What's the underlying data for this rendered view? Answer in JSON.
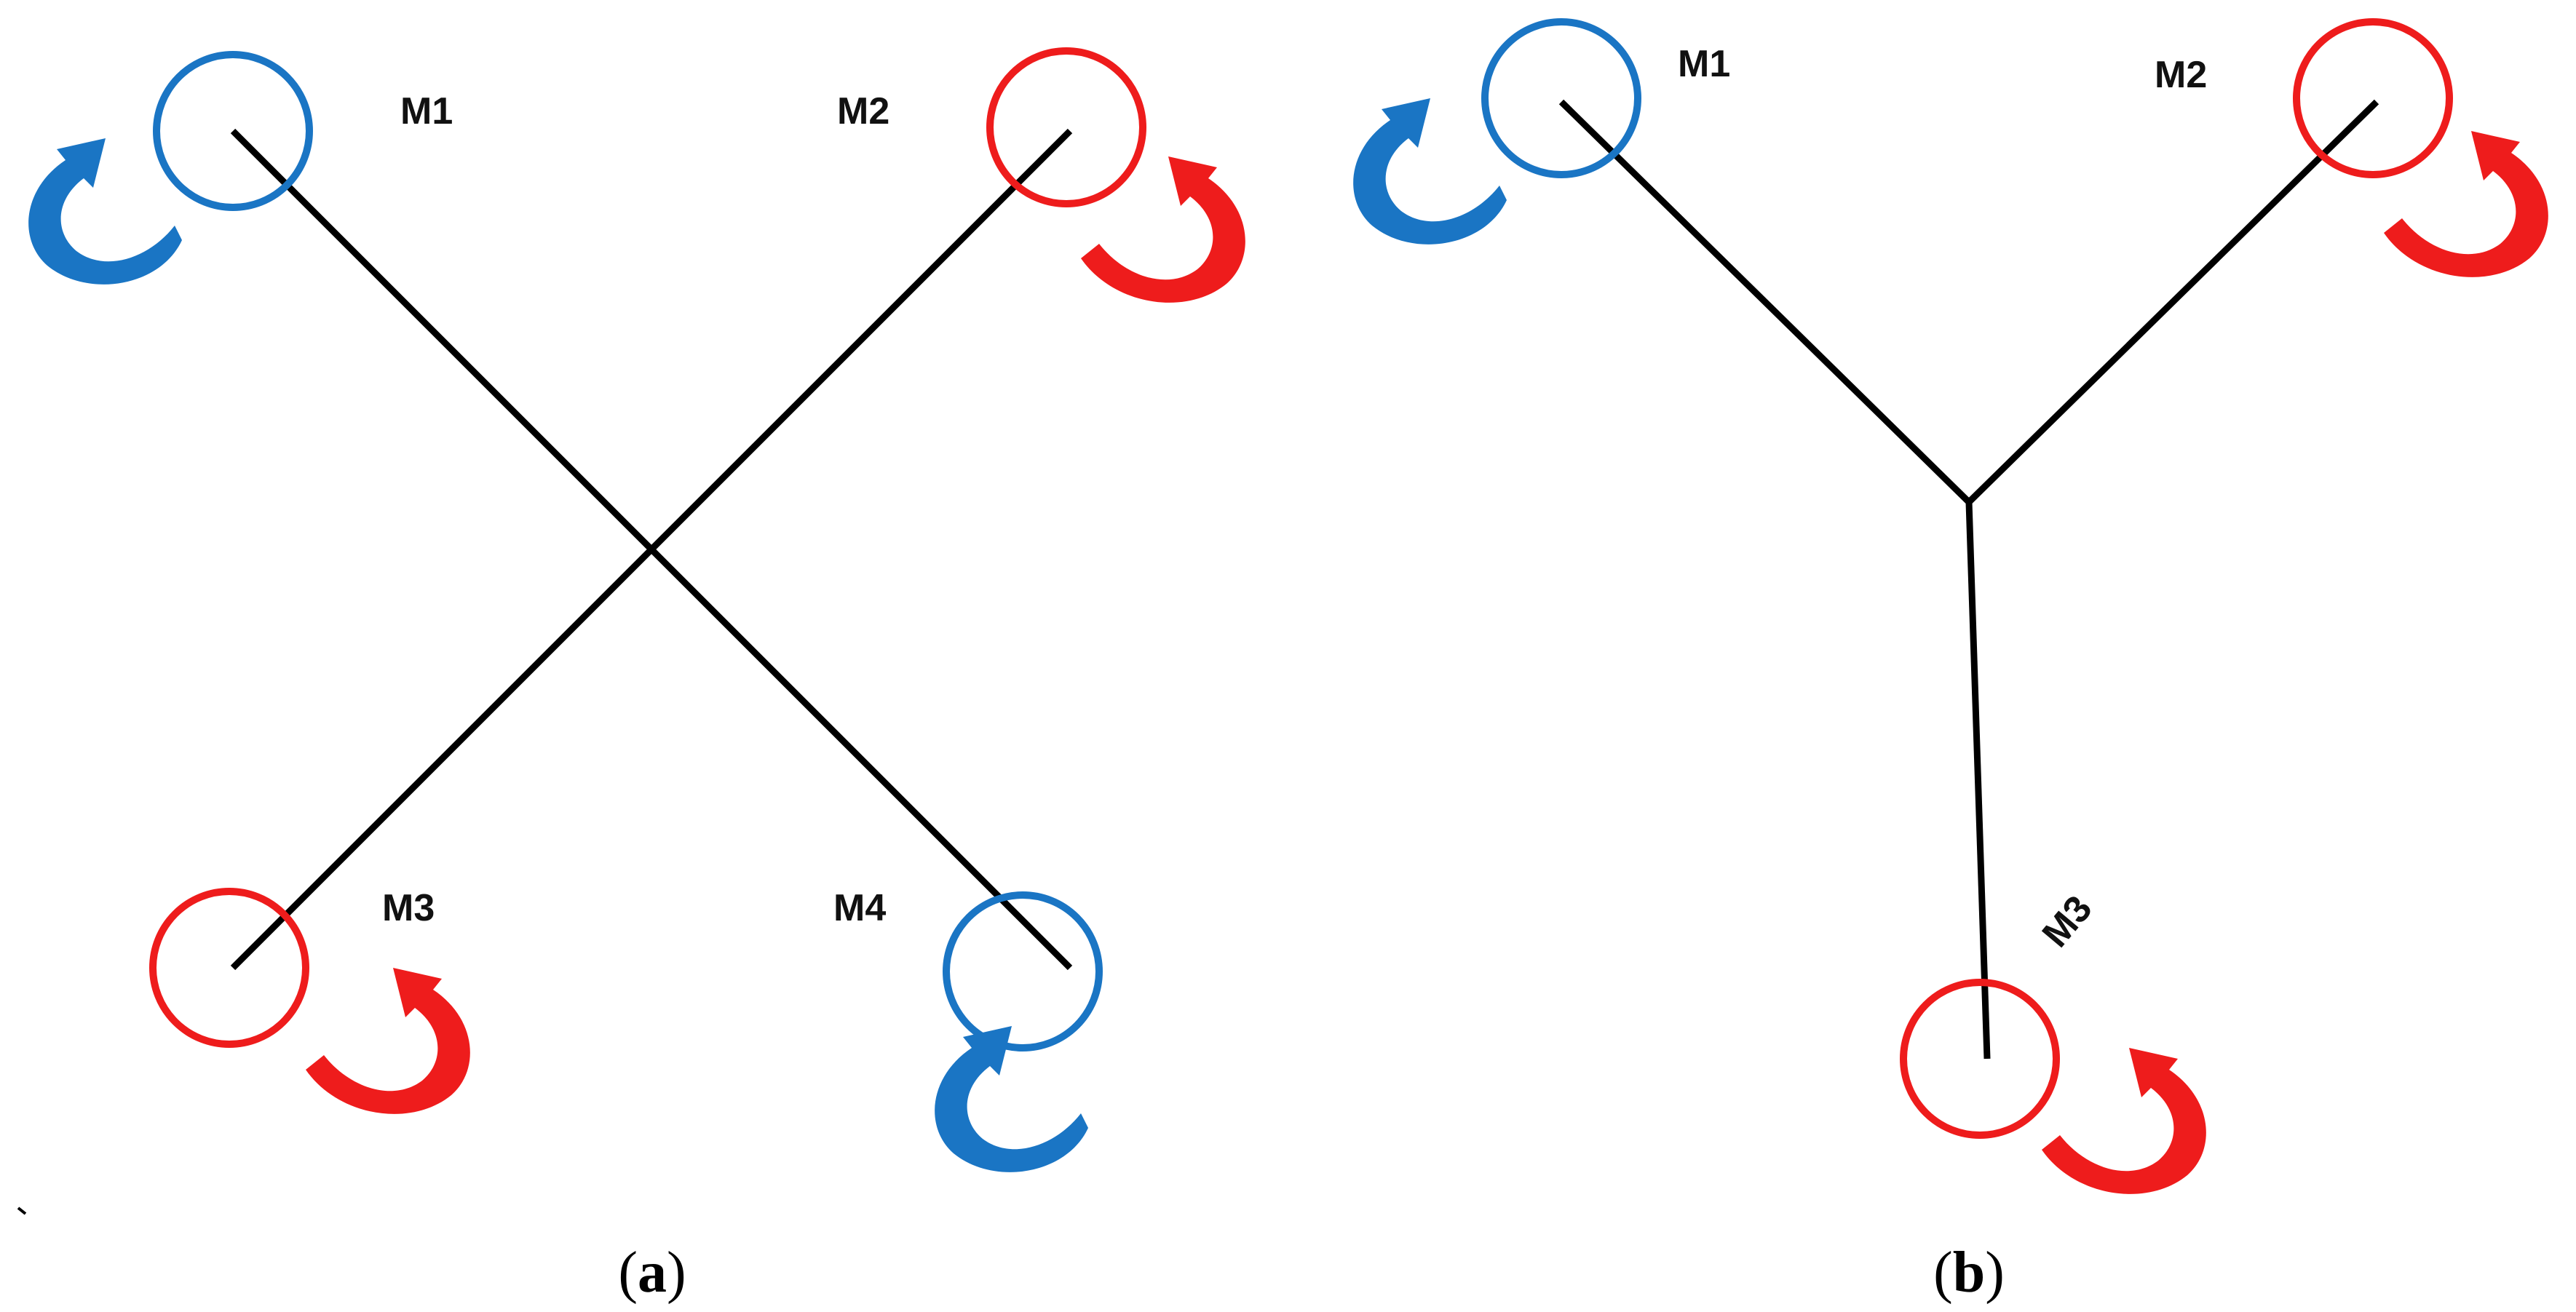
{
  "colors": {
    "cw": "#1a75c4",
    "ccw": "#ee1c1c",
    "frame": "#000000"
  },
  "panel_a": {
    "caption_letter": "a",
    "motors": [
      {
        "label": "M1",
        "color": "blue",
        "rotation_arrow": "blue-curved-arrow-icon"
      },
      {
        "label": "M2",
        "color": "red",
        "rotation_arrow": "red-curved-arrow-icon"
      },
      {
        "label": "M3",
        "color": "red",
        "rotation_arrow": "red-curved-arrow-icon"
      },
      {
        "label": "M4",
        "color": "blue",
        "rotation_arrow": "blue-curved-arrow-icon"
      }
    ]
  },
  "panel_b": {
    "caption_letter": "b",
    "motors": [
      {
        "label": "M1",
        "color": "blue",
        "rotation_arrow": "blue-curved-arrow-icon"
      },
      {
        "label": "M2",
        "color": "red",
        "rotation_arrow": "red-curved-arrow-icon"
      },
      {
        "label": "M3",
        "color": "red",
        "rotation_arrow": "red-curved-arrow-icon"
      }
    ]
  }
}
